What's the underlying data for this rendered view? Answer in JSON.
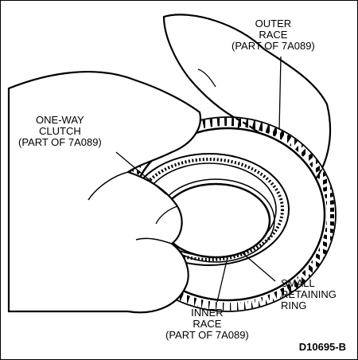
{
  "labels": {
    "outer_race": {
      "line1": "OUTER",
      "line2": "RACE",
      "line3": "(PART OF 7A089)"
    },
    "one_way_clutch": {
      "line1": "ONE-WAY",
      "line2": "CLUTCH",
      "line3": "(PART OF 7A089)"
    },
    "small_retaining_ring": {
      "line1": "SMALL",
      "line2": "RETAINING",
      "line3": "RING"
    },
    "inner_race": {
      "line1": "INNER",
      "line2": "RACE",
      "line3": "(PART OF 7A089)"
    }
  },
  "figure_id": "D10695-B",
  "colors": {
    "ink": "#000000",
    "paper": "#ffffff"
  }
}
